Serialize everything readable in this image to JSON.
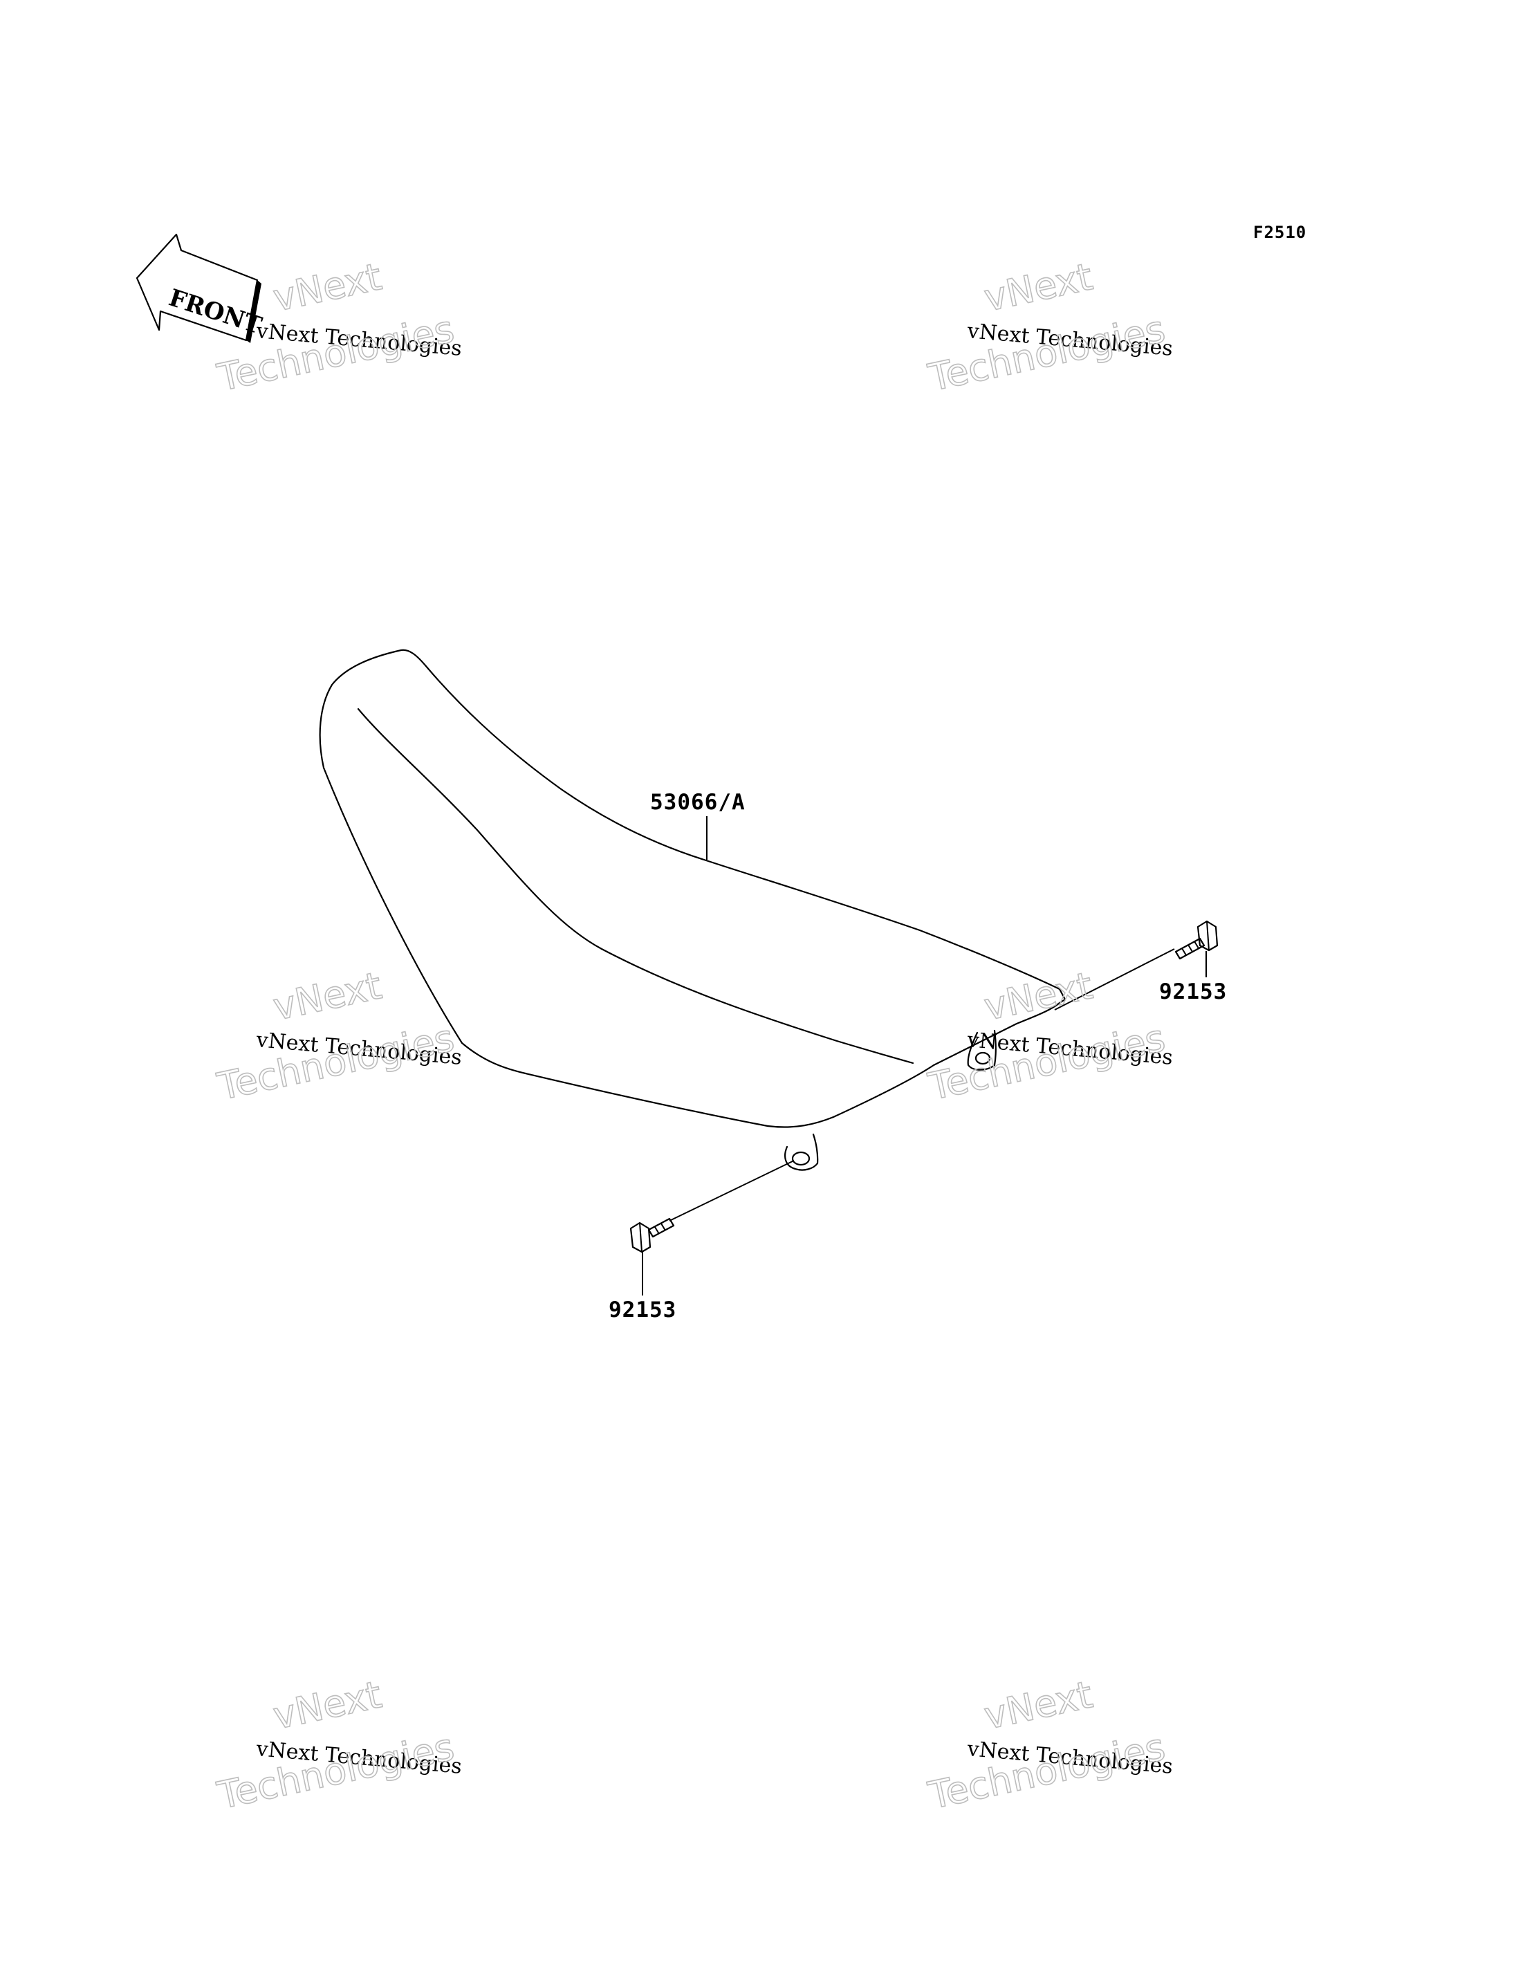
{
  "diagram": {
    "figure_code": "F2510",
    "front_label": "FRONT",
    "parts": {
      "seat": "53066/A",
      "bolt_right": "92153",
      "bolt_left": "92153"
    },
    "watermark": {
      "line1": "vNext",
      "line2": "vNext Technologies",
      "line3": "Technologies"
    }
  }
}
